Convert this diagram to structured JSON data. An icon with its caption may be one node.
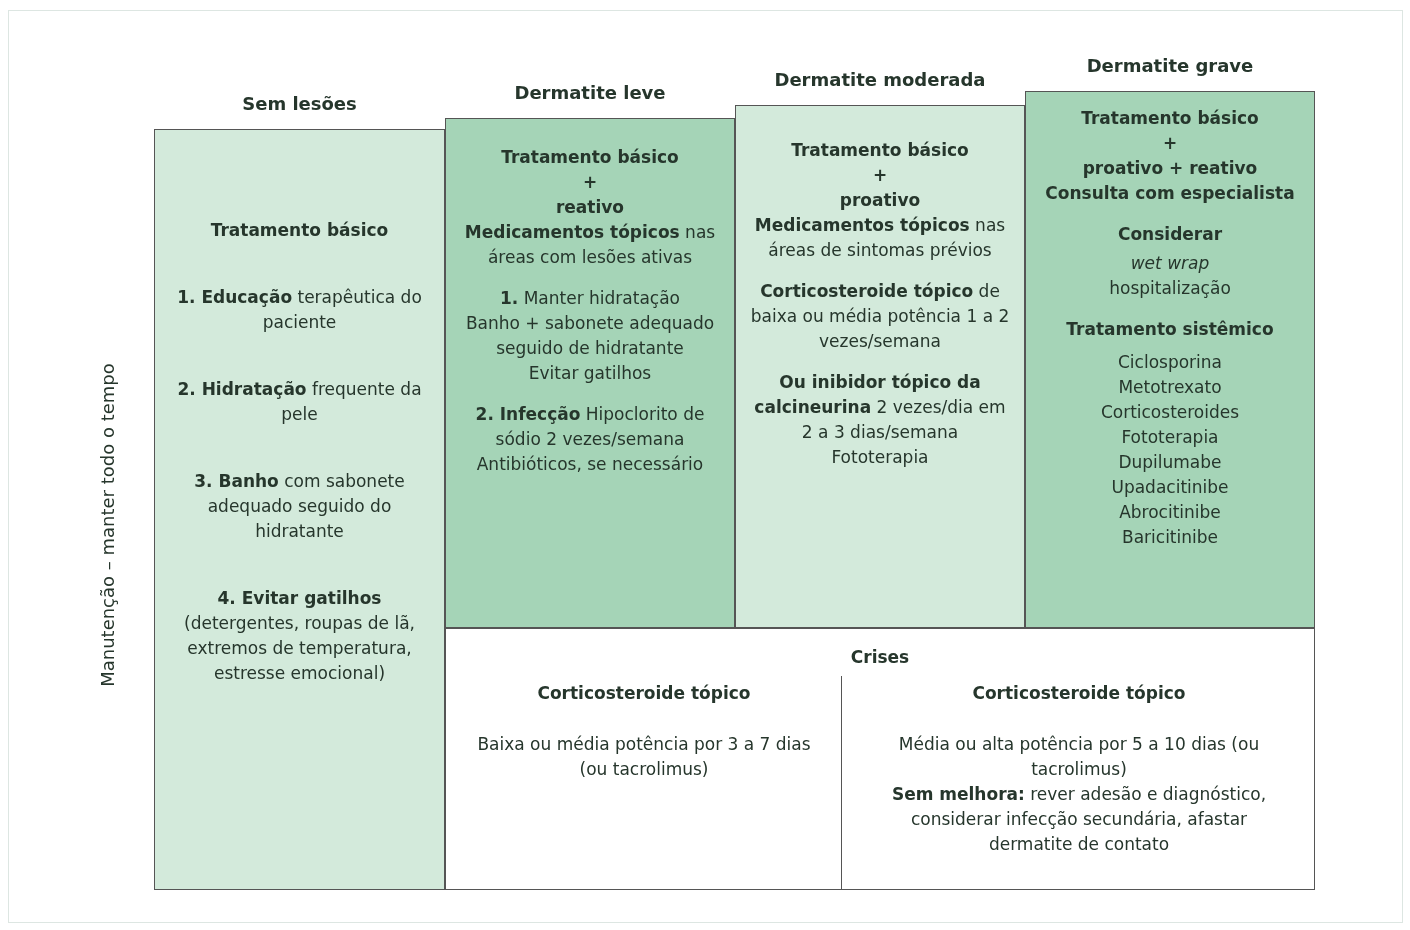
{
  "diagram": {
    "nodes": [
      {
        "text": [
          "Sem lesões",
          "Tratamento básico",
          "**1. Educação** terapêutica do paciente",
          "**2. Hidratação** frequente da pele",
          "**3. Banho** com sabonete adequado seguido do hidratante",
          "**4. Evitar gatilhos** (detergentes, roupas de lã, extremos de temperatura, estresse emocional)"
        ]
      },
      {
        "text": [
          "Dermatite leve",
          "Tratamento básico",
          "+",
          "reativo",
          "**Medicamentos tópicos** nas áreas com lesões ativas",
          "**1.** Manter hidratação",
          "Banho + sabonete adequado seguido de hidratante",
          "Evitar gatilhos",
          "**2. Infecção** Hipoclorito de sódio 2 vezes/semana Antibióticos, se necessário"
        ]
      },
      {
        "text": [
          "Dermatite moderada",
          "Tratamento básico",
          "+",
          "proativo",
          "**Medicamentos tópicos** nas áreas de sintomas prévios",
          "**Corticosteroide tópico** de baixa ou média potência 1 a 2 vezes/semana",
          "**Ou inibidor tópico da calcineurina** 2 vezes/dia em 2 a 3 dias/semana",
          "Fototerapia"
        ]
      },
      {
        "text": [
          "Dermatite grave",
          "Tratamento básico",
          "+",
          "proativo + reativo",
          "Consulta com especialista",
          "Considerar",
          "wet wrap",
          "hospitalização",
          "Tratamento sistêmico",
          "Ciclosporina",
          "Metotrexato",
          "Corticosteroides",
          "Fototerapia",
          "Dupilumabe",
          "Upadacitinibe",
          "Abrocitinibe",
          "Baricitinibe"
        ]
      },
      {
        "text": [
          "Crises"
        ]
      },
      {
        "text": [
          "Corticosteroide tópico",
          "Baixa ou média potência por 3 a 7 dias (ou tacrolimus)"
        ],
        "in": 4
      },
      {
        "text": [
          "Corticosteroide tópico",
          "Média ou alta potência por 5 a 10 dias (ou tacrolimus)",
          "**Sem melhora:** rever adesão e diagnóstico, considerar infecção secundária, afastar dermatite de contato"
        ],
        "in": 4
      }
    ],
    "labels": [
      "Manutenção – manter todo o tempo"
    ]
  }
}
